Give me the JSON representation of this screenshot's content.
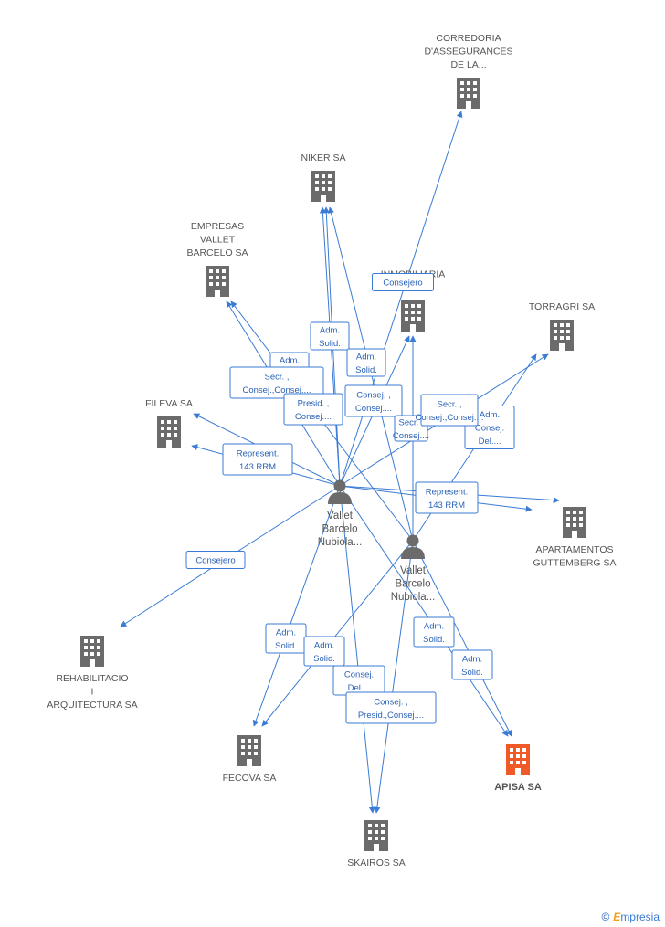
{
  "companies": [
    {
      "id": "corredoria",
      "lines": [
        "CORREDORIA",
        "D'ASSEGURANCES",
        "DE LA..."
      ],
      "highlight": false
    },
    {
      "id": "niker",
      "lines": [
        "NIKER SA"
      ],
      "highlight": false
    },
    {
      "id": "empresas_vallet",
      "lines": [
        "EMPRESAS",
        "VALLET",
        "BARCELO SA"
      ],
      "highlight": false
    },
    {
      "id": "inmobiliaria",
      "lines": [
        "INMOBILIARIA",
        "...SA"
      ],
      "highlight": false
    },
    {
      "id": "torragri",
      "lines": [
        "TORRAGRI SA"
      ],
      "highlight": false
    },
    {
      "id": "fileva",
      "lines": [
        "FILEVA SA"
      ],
      "highlight": false
    },
    {
      "id": "apartamentos",
      "lines": [
        "APARTAMENTOS",
        "GUTTEMBERG SA"
      ],
      "highlight": false
    },
    {
      "id": "rehabilitacio",
      "lines": [
        "REHABILITACIO",
        "I",
        "ARQUITECTURA SA"
      ],
      "highlight": false
    },
    {
      "id": "fecova",
      "lines": [
        "FECOVA SA"
      ],
      "highlight": false
    },
    {
      "id": "skairos",
      "lines": [
        "SKAIROS SA"
      ],
      "highlight": false
    },
    {
      "id": "apisa",
      "lines": [
        "APISA SA"
      ],
      "highlight": true
    }
  ],
  "persons": [
    {
      "id": "p1",
      "lines": [
        "Vallet",
        "Barcelo",
        "Nubiola..."
      ]
    },
    {
      "id": "p2",
      "lines": [
        "Vallet",
        "Barcelo",
        "Nubiola..."
      ]
    }
  ],
  "edge_labels": [
    {
      "lines": [
        "Consejero"
      ]
    },
    {
      "lines": [
        "Adm.",
        "Solid."
      ]
    },
    {
      "lines": [
        "Adm.",
        "Solid."
      ]
    },
    {
      "lines": [
        "Adm.",
        "Solid."
      ]
    },
    {
      "lines": [
        "Secr. ,",
        "Consej.,Consej...."
      ]
    },
    {
      "lines": [
        "Presid. ,",
        "Consej...."
      ]
    },
    {
      "lines": [
        "Consej. ,",
        "Consej...."
      ]
    },
    {
      "lines": [
        "Secr. ,",
        "Consej...."
      ]
    },
    {
      "lines": [
        "Adm.",
        "Consej.",
        "Del...."
      ]
    },
    {
      "lines": [
        "Secr. ,",
        "Consej.,Consej...."
      ]
    },
    {
      "lines": [
        "Represent.",
        "143 RRM"
      ]
    },
    {
      "lines": [
        "Represent.",
        "143 RRM"
      ]
    },
    {
      "lines": [
        "Consejero"
      ]
    },
    {
      "lines": [
        "Adm.",
        "Solid."
      ]
    },
    {
      "lines": [
        "Adm.",
        "Solid."
      ]
    },
    {
      "lines": [
        "Consej.",
        "Del...."
      ]
    },
    {
      "lines": [
        "Consej. ,",
        "Presid.,Consej...."
      ]
    },
    {
      "lines": [
        "Adm.",
        "Solid."
      ]
    },
    {
      "lines": [
        "Adm.",
        "Solid."
      ]
    }
  ],
  "colors": {
    "edge": "#3a7bd5",
    "building": "#6b6b6b",
    "highlight": "#f05a28",
    "person": "#6b6b6b"
  },
  "footer": {
    "copyright": "©",
    "brand_initial": "E",
    "brand_rest": "mpresia"
  }
}
